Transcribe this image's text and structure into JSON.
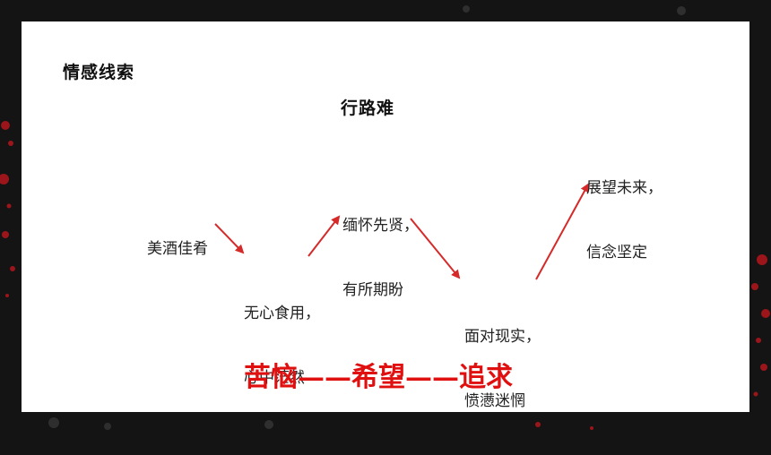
{
  "heading": "情感线索",
  "title": "行路难",
  "nodes": [
    {
      "line1": "美酒佳肴",
      "line2": ""
    },
    {
      "line1": "无心食用，",
      "line2": "心中茫然"
    },
    {
      "line1": "缅怀先贤，",
      "line2": "有所期盼"
    },
    {
      "line1": "面对现实，",
      "line2": "愤懑迷惘"
    },
    {
      "line1": "展望未来，",
      "line2": "信念坚定"
    }
  ],
  "emotion_arc": "苦恼——希望——追求",
  "colors": {
    "arrow": "#d42a2a",
    "arc_text": "#e01010",
    "frame": "#141414",
    "splatter": "#b3161c"
  }
}
